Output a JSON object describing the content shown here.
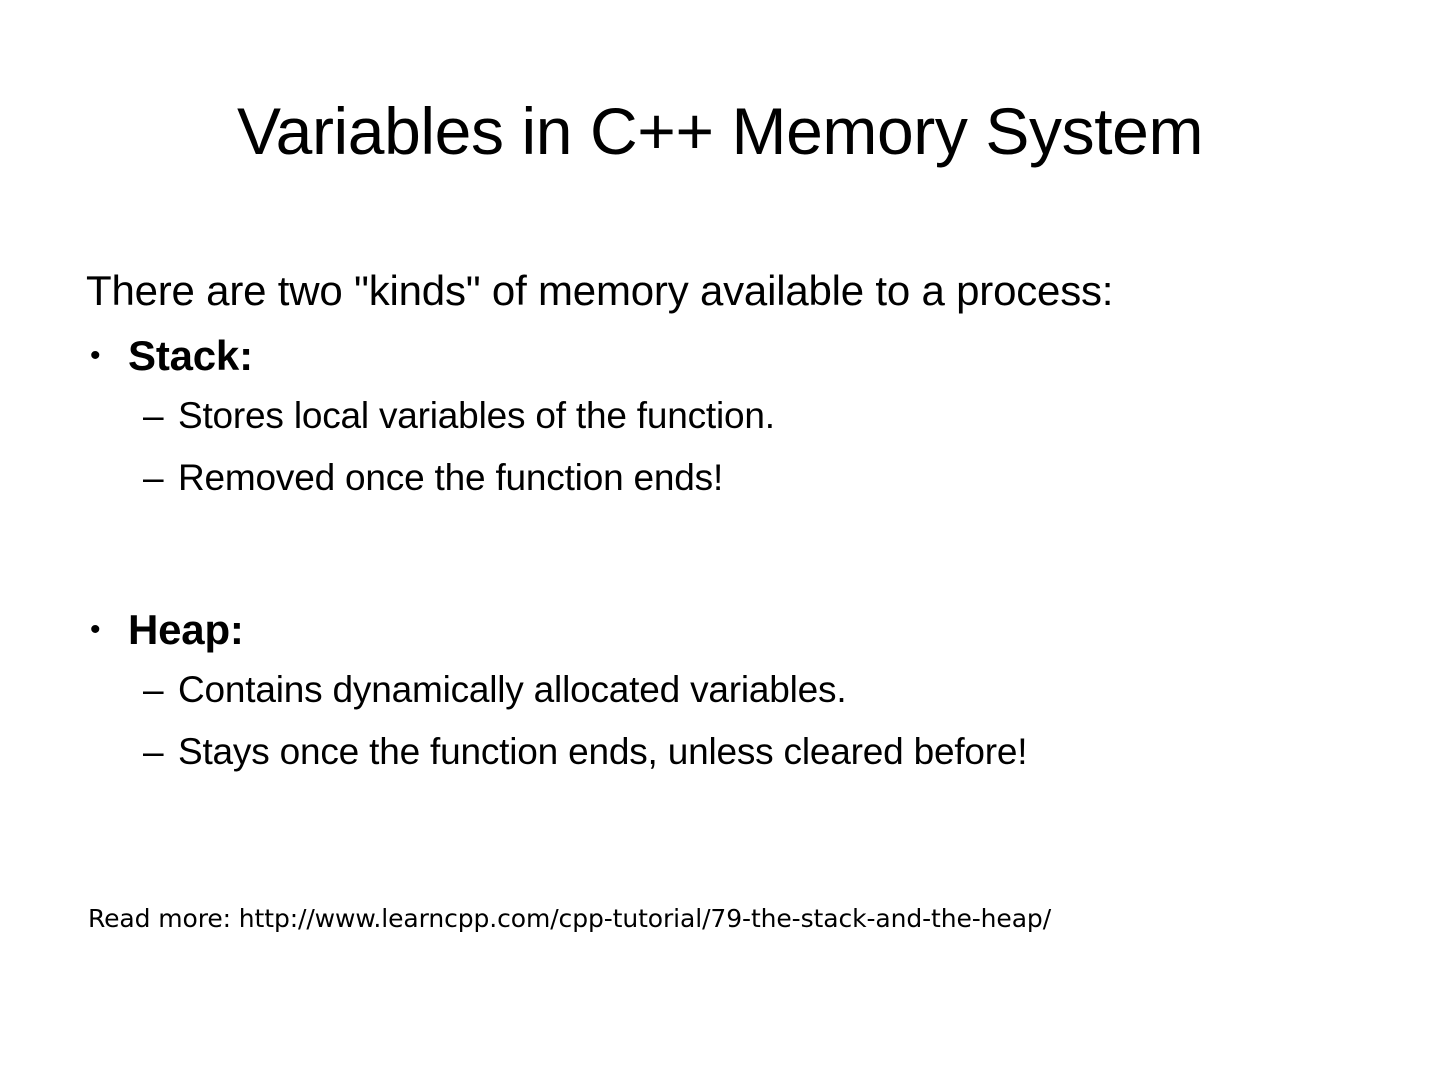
{
  "slide": {
    "title": "Variables in C++ Memory System",
    "background_color": "#ffffff",
    "text_color": "#000000",
    "lead_line": "There are two \"kinds\" of memory available to a process:",
    "bullet_marker": "•",
    "sub_bullet_marker": "–",
    "sections": [
      {
        "heading": "Stack:",
        "items": [
          "Stores local variables of the function.",
          "Removed once the function ends!"
        ]
      },
      {
        "heading": "Heap:",
        "items": [
          "Contains dynamically allocated variables.",
          "Stays once the function ends, unless cleared before!"
        ]
      }
    ],
    "footer": {
      "prefix": "Read more: ",
      "url": "http://www.learncpp.com/cpp-tutorial/79-the-stack-and-the-heap/",
      "full": "Read more: http://www.learncpp.com/cpp-tutorial/79-the-stack-and-the-heap/"
    }
  }
}
